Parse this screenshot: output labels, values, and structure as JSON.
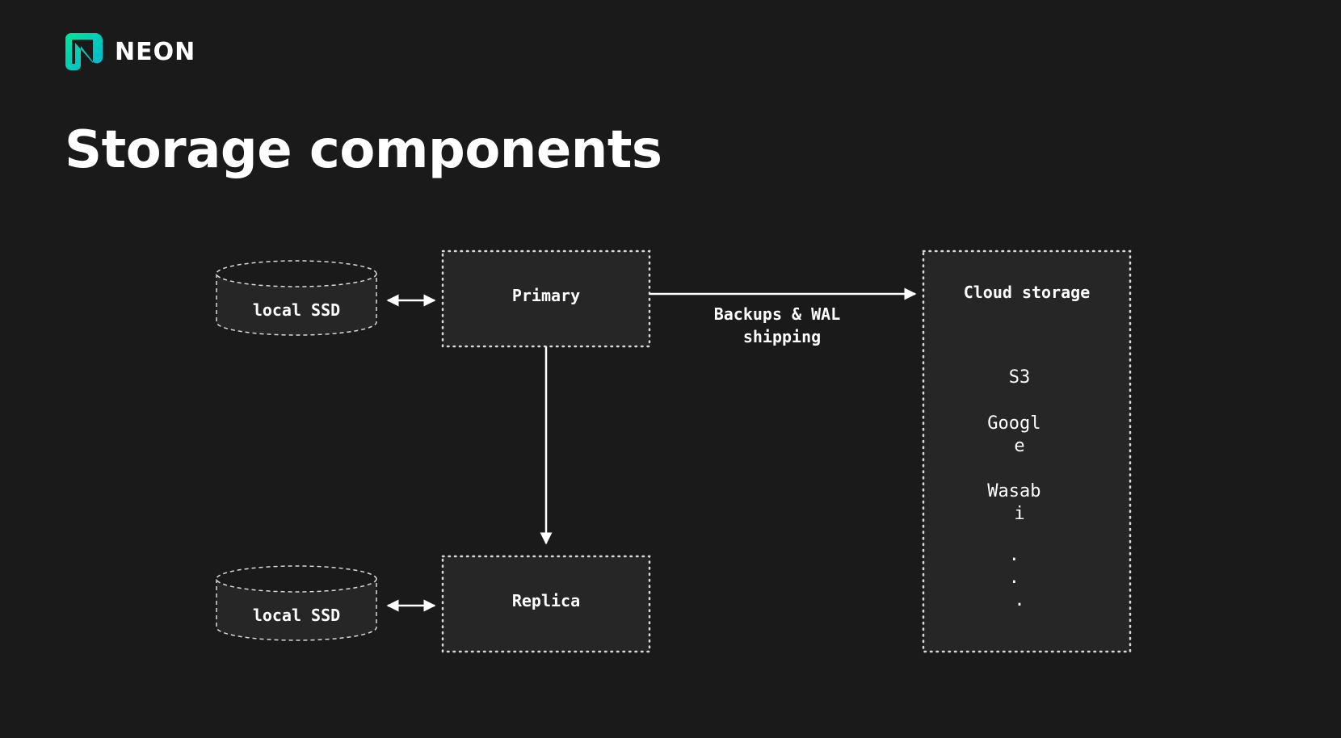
{
  "brand": {
    "name": "NEON",
    "accent_gradient": [
      "#00e599",
      "#00b4d8"
    ]
  },
  "slide": {
    "title": "Storage components"
  },
  "diagram": {
    "colors": {
      "background": "#1a1a1b",
      "node_fill": "#262627",
      "stroke": "#d9d9d9",
      "text": "#ffffff"
    },
    "nodes": {
      "ssd_primary": {
        "label": "local SSD",
        "shape": "cylinder"
      },
      "primary": {
        "label": "Primary",
        "shape": "dotted-box"
      },
      "ssd_replica": {
        "label": "local SSD",
        "shape": "cylinder"
      },
      "replica": {
        "label": "Replica",
        "shape": "dotted-box"
      },
      "cloud": {
        "label": "Cloud storage",
        "shape": "dotted-box"
      }
    },
    "edges": {
      "primary_to_cloud": {
        "label_lines": [
          "Backups & WAL",
          "shipping"
        ],
        "direction": "forward"
      },
      "primary_to_replica": {
        "direction": "forward"
      },
      "ssd_primary_primary": {
        "direction": "both"
      },
      "ssd_replica_replica": {
        "direction": "both"
      }
    },
    "cloud_providers": {
      "s3": [
        "S3"
      ],
      "google": [
        "Googl",
        "e"
      ],
      "wasabi": [
        "Wasab",
        "i"
      ],
      "more": [
        ".",
        ".",
        "."
      ]
    }
  }
}
